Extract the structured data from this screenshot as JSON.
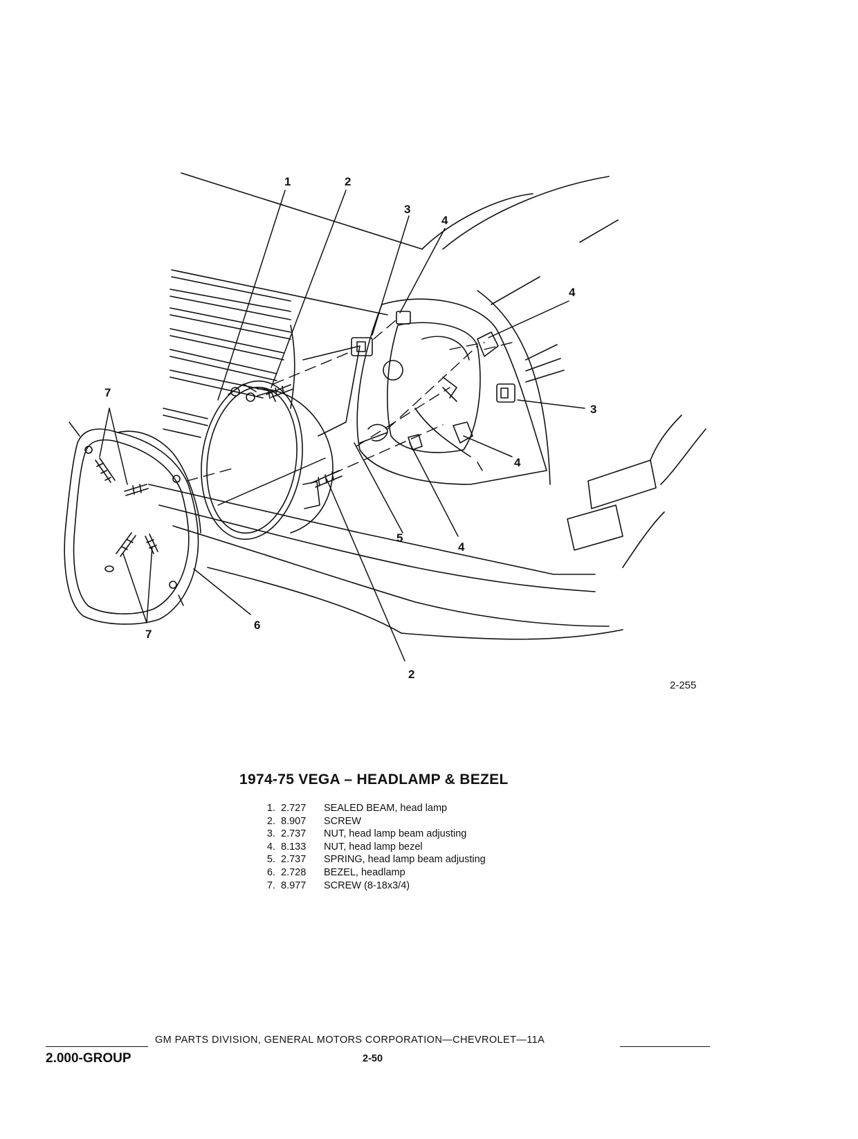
{
  "figure": {
    "code": "2-255",
    "callouts": {
      "c1": "1",
      "c2_top": "2",
      "c3_top": "3",
      "c4_top": "4",
      "c4_right_top": "4",
      "c3_right": "3",
      "c4_right_bottom": "4",
      "c4_bottom": "4",
      "c5": "5",
      "c6": "6",
      "c7_top": "7",
      "c7_bottom": "7",
      "c2_bottom": "2"
    }
  },
  "title": "1974-75 VEGA – HEADLAMP & BEZEL",
  "parts": [
    {
      "num": "1.",
      "code": "2.727",
      "desc": "SEALED BEAM, head lamp"
    },
    {
      "num": "2.",
      "code": "8.907",
      "desc": "SCREW"
    },
    {
      "num": "3.",
      "code": "2.737",
      "desc": "NUT, head lamp beam adjusting"
    },
    {
      "num": "4.",
      "code": "8.133",
      "desc": "NUT, head lamp bezel"
    },
    {
      "num": "5.",
      "code": "2.737",
      "desc": "SPRING, head lamp beam adjusting"
    },
    {
      "num": "6.",
      "code": "2.728",
      "desc": "BEZEL, headlamp"
    },
    {
      "num": "7.",
      "code": "8.977",
      "desc": "SCREW (8-18x3/4)"
    }
  ],
  "footer": {
    "corporation": "GM PARTS DIVISION, GENERAL MOTORS CORPORATION—CHEVROLET—11A",
    "group": "2.000-GROUP",
    "page": "2-50"
  }
}
